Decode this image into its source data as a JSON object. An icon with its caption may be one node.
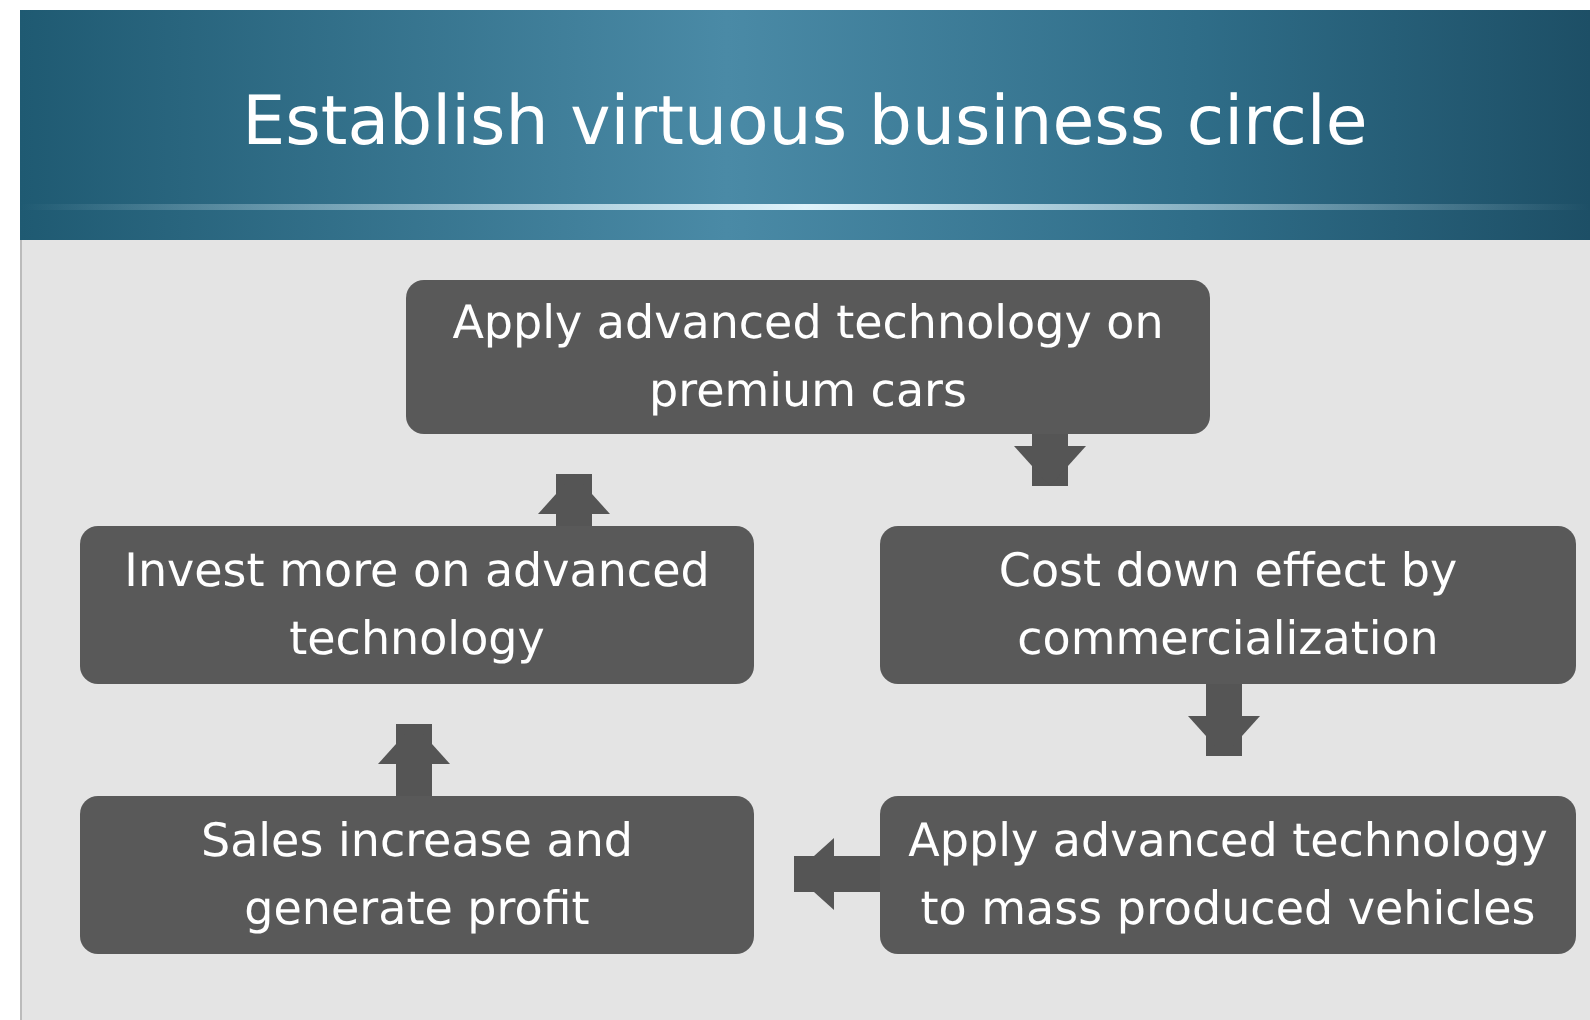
{
  "diagram": {
    "title": "Establish virtuous business circle",
    "nodes": [
      {
        "text": [
          "Apply advanced technology on premium cars"
        ]
      },
      {
        "text": [
          "Cost down effect by commercialization"
        ]
      },
      {
        "text": [
          "Apply advanced technology to mass produced vehicles"
        ]
      },
      {
        "text": [
          "Sales increase and generate profit"
        ]
      },
      {
        "text": [
          "Invest more on advanced technology"
        ]
      }
    ],
    "edges": [
      {
        "from": 0,
        "to": 1,
        "arrow": "to"
      },
      {
        "from": 1,
        "to": 2,
        "arrow": "to"
      },
      {
        "from": 2,
        "to": 3,
        "arrow": "to"
      },
      {
        "from": 3,
        "to": 4,
        "arrow": "to"
      },
      {
        "from": 4,
        "to": 0,
        "arrow": "to"
      }
    ]
  }
}
